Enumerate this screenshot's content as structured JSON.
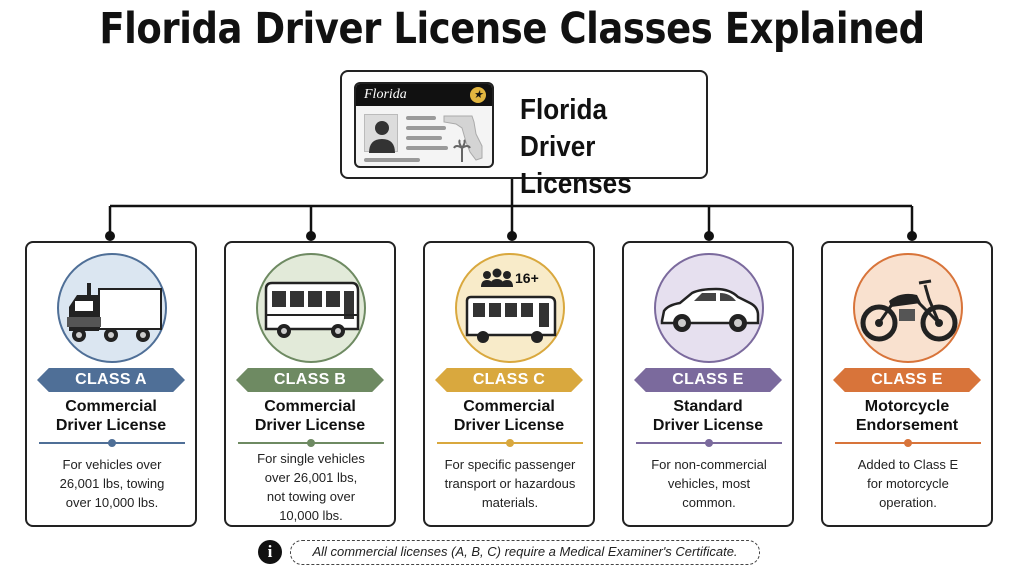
{
  "title": "Florida Driver License Classes Explained",
  "hub": {
    "card_label": "Florida",
    "line1": "Florida",
    "line2": "Driver Licenses"
  },
  "cards": [
    {
      "icon": "semi-truck-icon",
      "badge": "CLASS A",
      "color": "#4f6f97",
      "circle_bg": "#dbe6f1",
      "title_line1": "Commercial",
      "title_line2": "Driver License",
      "desc": [
        "For vehicles over",
        "26,001 lbs, towing",
        "over 10,000 lbs."
      ]
    },
    {
      "icon": "bus-icon",
      "badge": "CLASS B",
      "color": "#6e8a62",
      "circle_bg": "#e2ead9",
      "title_line1": "Commercial",
      "title_line2": "Driver License",
      "desc": [
        "For single vehicles",
        "over 26,001 lbs,",
        "not towing over",
        "10,000 lbs."
      ]
    },
    {
      "icon": "passenger-bus-icon",
      "badge": "CLASS C",
      "color": "#d9a83e",
      "circle_bg": "#f8ebc9",
      "passenger_label": "16+",
      "title_line1": "Commercial",
      "title_line2": "Driver License",
      "desc": [
        "For specific passenger",
        "transport or hazardous",
        "materials."
      ]
    },
    {
      "icon": "car-icon",
      "badge": "CLASS E",
      "color": "#7b6a9d",
      "circle_bg": "#e6e0ef",
      "title_line1": "Standard",
      "title_line2": "Driver License",
      "desc": [
        "For non-commercial",
        "vehicles, most",
        "common."
      ]
    },
    {
      "icon": "motorcycle-icon",
      "badge": "CLASS E",
      "color": "#d8743a",
      "circle_bg": "#f9e1cf",
      "title_line1": "Motorcycle",
      "title_line2": "Endorsement",
      "desc": [
        "Added to Class E",
        "for motorcycle",
        "operation."
      ]
    }
  ],
  "footer": {
    "note": "All commercial licenses (A, B, C) require a Medical Examiner's Certificate."
  }
}
